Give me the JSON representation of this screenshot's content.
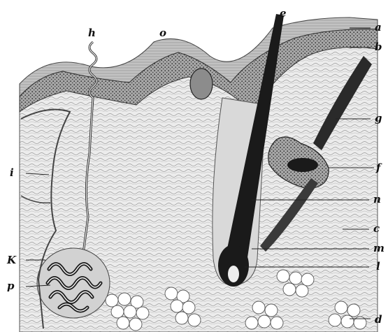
{
  "labels": {
    "a": "a",
    "b": "b",
    "c": "c",
    "d": "d",
    "e": "e",
    "f": "f",
    "g": "g",
    "h": "h",
    "i": "i",
    "k": "K",
    "l": "l",
    "m": "m",
    "n": "n",
    "o": "o",
    "p": "p"
  },
  "colors": {
    "ink": "#111111",
    "paper": "#ffffff",
    "tissue": "#e9e9e9",
    "epidermis": "#8a8a8a",
    "hair": "#1a1a1a"
  }
}
